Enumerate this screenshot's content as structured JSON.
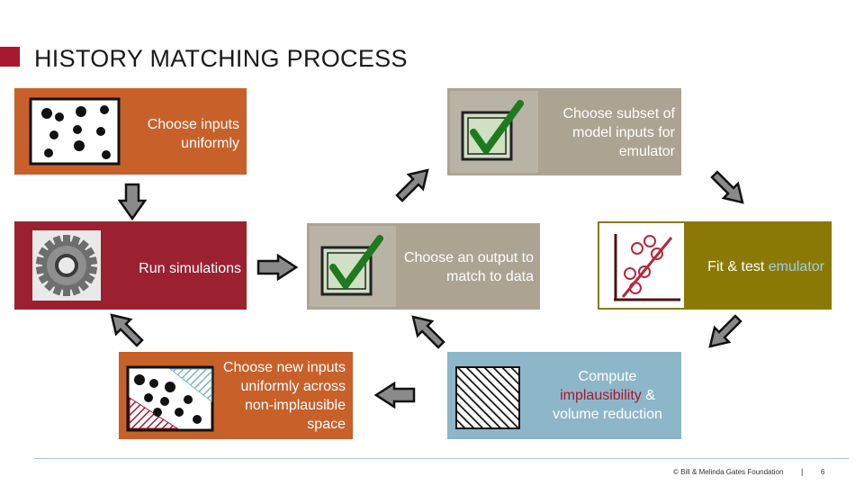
{
  "title": "HISTORY MATCHING PROCESS",
  "colors": {
    "brand_red": "#a6192e",
    "orange": "#c8602a",
    "red": "#9b2131",
    "taupe": "#aca392",
    "olive": "#8a7a05",
    "blue": "#8db6c9",
    "arrow_fill": "#8a8a8a"
  },
  "steps": {
    "choose_inputs": {
      "text": "Choose inputs uniformly",
      "icon": "random-points-icon"
    },
    "choose_subset": {
      "text": "Choose subset of model inputs for emulator",
      "icon": "checkbox-icon"
    },
    "run_simulations": {
      "text": "Run simulations",
      "icon": "gear-icon"
    },
    "choose_output": {
      "text": "Choose an output to match to data",
      "icon": "checkbox-icon"
    },
    "fit_emulator": {
      "text_prefix": "Fit & test ",
      "text_highlight": "emulator",
      "icon": "regression-plot-icon"
    },
    "choose_new_inputs": {
      "text": "Choose new inputs uniformly across non-implausible space",
      "icon": "partitioned-points-icon"
    },
    "compute": {
      "text_prefix": "Compute",
      "text_highlight": "implausibility",
      "text_suffix": " & volume reduction",
      "icon": "hatched-square-icon"
    }
  },
  "footer": {
    "copyright": "© Bill & Melinda Gates Foundation",
    "separator": "|",
    "page": "6"
  }
}
